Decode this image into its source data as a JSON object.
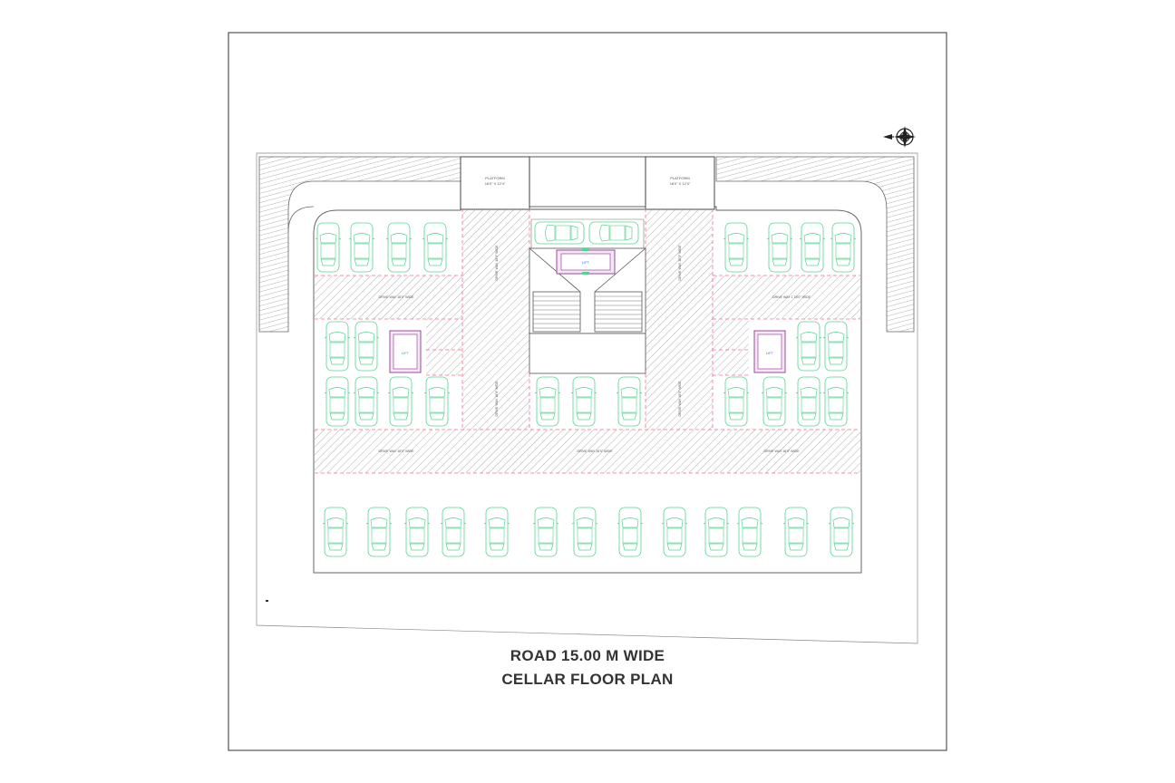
{
  "plan": {
    "platform_left_title": "PLATFORM",
    "platform_left_size": "18'0\" X 12'4\"",
    "platform_right_title": "PLATFORM",
    "platform_right_size": "18'0\" X 12'4\"",
    "lift_top": "LIFT",
    "lift_left": "LIFT",
    "lift_right": "LIFT",
    "driveway_v_top_left": "DRIVE WAY 18'0\" WIDE",
    "driveway_v_top_right": "DRIVE WAY 18'0\" WIDE",
    "driveway_v_bottom_left": "DRIVE WAY 18'0\" WIDE",
    "driveway_v_bottom_right": "DRIVE WAY 18'0\" WIDE",
    "driveway_h_mid_left": "DRIVE WAY 18'0\" WIDE",
    "driveway_h_mid_right": "DRIVE WAY 1 18'0\" WIDE",
    "driveway_h_low_left": "DRIVE WAY 18'0\" WIDE",
    "driveway_h_low_center": "DRIVE WAY 18'0\" WIDE",
    "driveway_h_low_right": "DRIVE WAY 18'0\" WIDE"
  },
  "title": {
    "road": "ROAD 15.00 M WIDE",
    "plan_name": "CELLAR FLOOR PLAN"
  },
  "colors": {
    "car": "#52d68e",
    "driveway_edge": "#ff6b8a",
    "hatch": "#8a8a8a",
    "lift_fill": "#f4e6f2",
    "lift_edge": "#9a4aa0",
    "lift_label": "#3b6fd6",
    "outline": "#555555"
  }
}
